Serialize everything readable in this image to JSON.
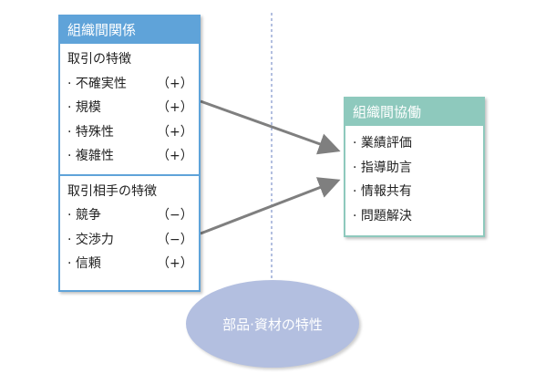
{
  "left_box": {
    "title": "組織間関係",
    "section1": {
      "title": "取引の特徴",
      "items": [
        {
          "label": "· 不確実性",
          "sign": "（+）"
        },
        {
          "label": "· 規模",
          "sign": "（+）"
        },
        {
          "label": "· 特殊性",
          "sign": "（+）"
        },
        {
          "label": "· 複雑性",
          "sign": "（+）"
        }
      ]
    },
    "section2": {
      "title": "取引相手の特徴",
      "items": [
        {
          "label": "· 競争",
          "sign": "（−）"
        },
        {
          "label": "· 交渉力",
          "sign": "（−）"
        },
        {
          "label": "· 信頼",
          "sign": "（+）"
        }
      ]
    }
  },
  "right_box": {
    "title": "組織間協働",
    "items": [
      "· 業績評価",
      "· 指導助言",
      "· 情報共有",
      "· 問題解決"
    ]
  },
  "moderator": {
    "label": "部品·資材の特性"
  },
  "colors": {
    "left_header": "#5fa3d9",
    "right_header": "#8ec9bd",
    "ellipse": "#b3bfe0",
    "arrow": "#7f7f7f",
    "dashed": "#b3bfe0"
  }
}
